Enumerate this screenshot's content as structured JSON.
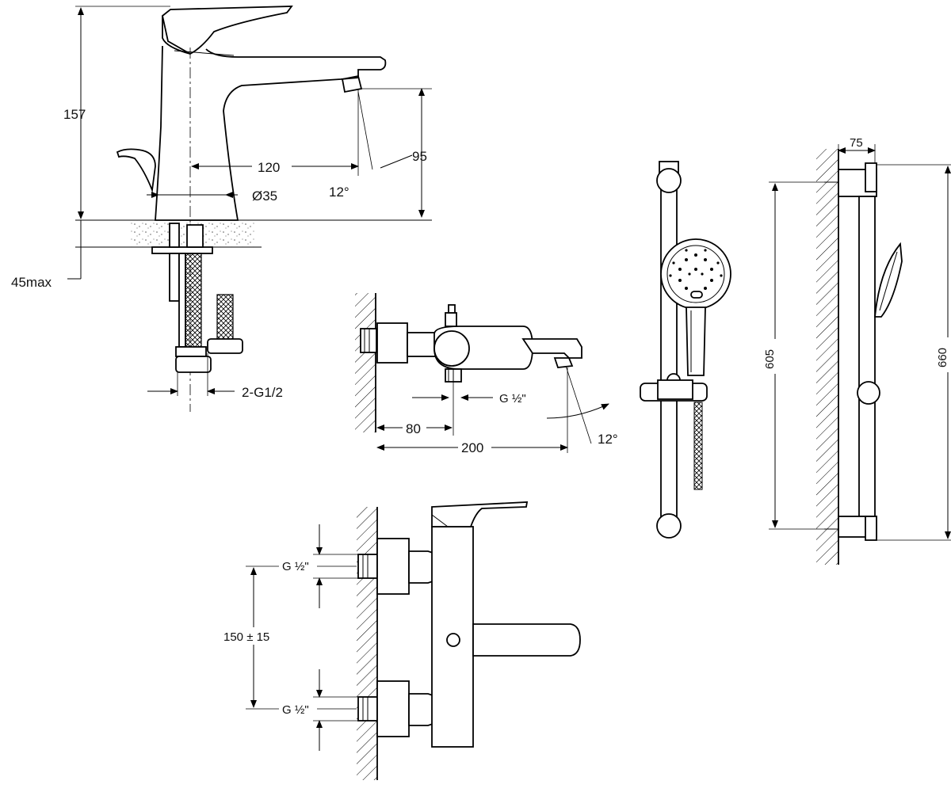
{
  "labels": {
    "basin_height": "157",
    "spout_reach": "120",
    "spout_clearance": "95",
    "body_diameter": "Ø35",
    "spout_angle_basin": "12°",
    "deck_thickness": "45max",
    "basin_inlets": "2-G1/2",
    "bath_inlet_thread": "G ½\"",
    "bath_offset": "80",
    "bath_reach": "200",
    "bath_angle": "12°",
    "front_inlet_top": "G ½\"",
    "front_inlet_bottom": "G ½\"",
    "inlet_spacing": "150 ± 15",
    "rail_top_width": "75",
    "rail_fixing_distance": "605",
    "rail_total_length": "660"
  }
}
